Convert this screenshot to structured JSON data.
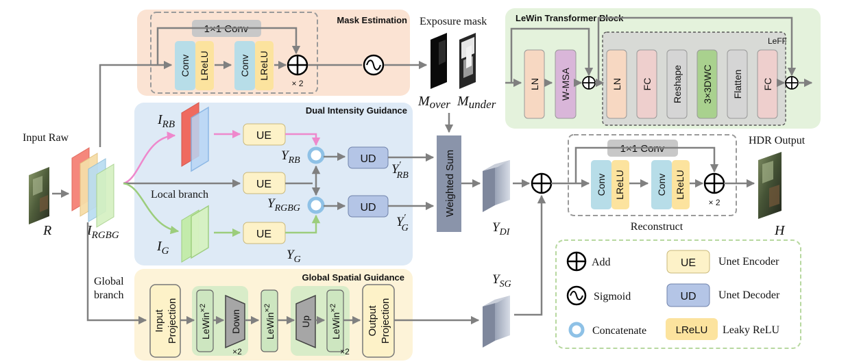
{
  "labels": {
    "mask_estimation": "Mask Estimation",
    "exposure_mask": "Exposure mask",
    "lewin_block": "LeWin Transformer Block",
    "leff": "LeFF",
    "dual_intensity": "Dual Intensity Guidance",
    "global_spatial": "Global Spatial Guidance",
    "input_raw": "Input Raw",
    "hdr_output": "HDR Output",
    "local_branch": "Local branch",
    "global_branch_1": "Global",
    "global_branch_2": "branch",
    "reconstruct": "Reconstruct",
    "weighted_sum": "Weighted Sum",
    "conv1x1": "1×1 Conv",
    "conv": "Conv",
    "lrelu": "LReLU",
    "times2": "× 2",
    "x2": "×2",
    "ue": "UE",
    "ud": "UD",
    "ln": "LN",
    "wmsa": "W-MSA",
    "fc": "FC",
    "reshape": "Reshape",
    "dwc": "3×3DWC",
    "flatten": "Flatten",
    "input_proj_1": "Input",
    "input_proj_2": "Projection",
    "output_proj_1": "Output",
    "output_proj_2": "Projection",
    "lewin": "LeWin",
    "sup2": "×2",
    "down": "Down",
    "up": "Up"
  },
  "symbols": {
    "M": "M",
    "over": "over",
    "under": "under",
    "I": "I",
    "Y": "Y",
    "RB": "RB",
    "G": "G",
    "RGBG": "RGBG",
    "DI": "DI",
    "SG": "SG",
    "prime": "′",
    "R": "R",
    "H": "H"
  },
  "legend": {
    "add": "Add",
    "sigmoid": "Sigmoid",
    "concatenate": "Concatenate",
    "ue_abbr": "UE",
    "ue_text": "Unet Encoder",
    "ud_abbr": "UD",
    "ud_text": "Unet Decoder",
    "lrelu_abbr": "LReLU",
    "lrelu_text": "Leaky ReLU"
  },
  "colors": {
    "mask_bg": "#fbe3d3",
    "dual_bg": "#deeaf6",
    "global_bg": "#fdf3d8",
    "lewin_bg": "#e4f2dc",
    "conv_block": "#b7dde8",
    "lrelu_block": "#fce39e",
    "ue_block": "#fdf2c8",
    "ud_block": "#b4c5e6",
    "ln_block": "#f7d8c2",
    "wmsa_block": "#d9b6d9",
    "fc_block": "#eecfcd",
    "reshape_block": "#d5d5d5",
    "dwc_block": "#a9d18e",
    "flatten_block": "#d5d5d5",
    "lewin_small": "#cde6c0",
    "arrow": "#808080",
    "weighted_sum": "#8a94aa",
    "concat_ring": "#8ec1e6"
  }
}
